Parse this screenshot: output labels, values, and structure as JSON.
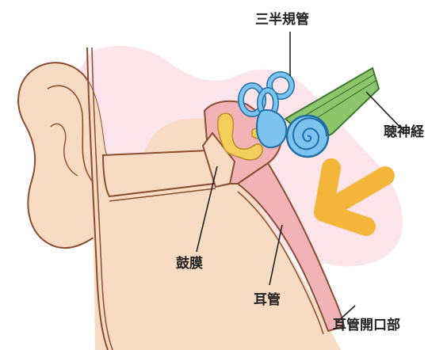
{
  "labels": {
    "semicircular_canals": "三半規管",
    "auditory_nerve": "聴神経",
    "eardrum": "鼓膜",
    "eustachian_tube": "耳管",
    "eustachian_opening": "耳管開口部"
  },
  "colors": {
    "skin": "#f7dcc3",
    "skin_outline": "#8a4d31",
    "background_blob": "#fbe5ea",
    "middle_ear": "#f2b3b6",
    "ossicles": "#f1cf5a",
    "cochlea": "#7cc4ef",
    "cochlea_outline": "#1f6fa6",
    "nerve": "#8cc56b",
    "nerve_outline": "#3d7a31",
    "arrow": "#f4b63a"
  },
  "icons": {
    "arrow": "orange-pointer-arrow-icon"
  }
}
